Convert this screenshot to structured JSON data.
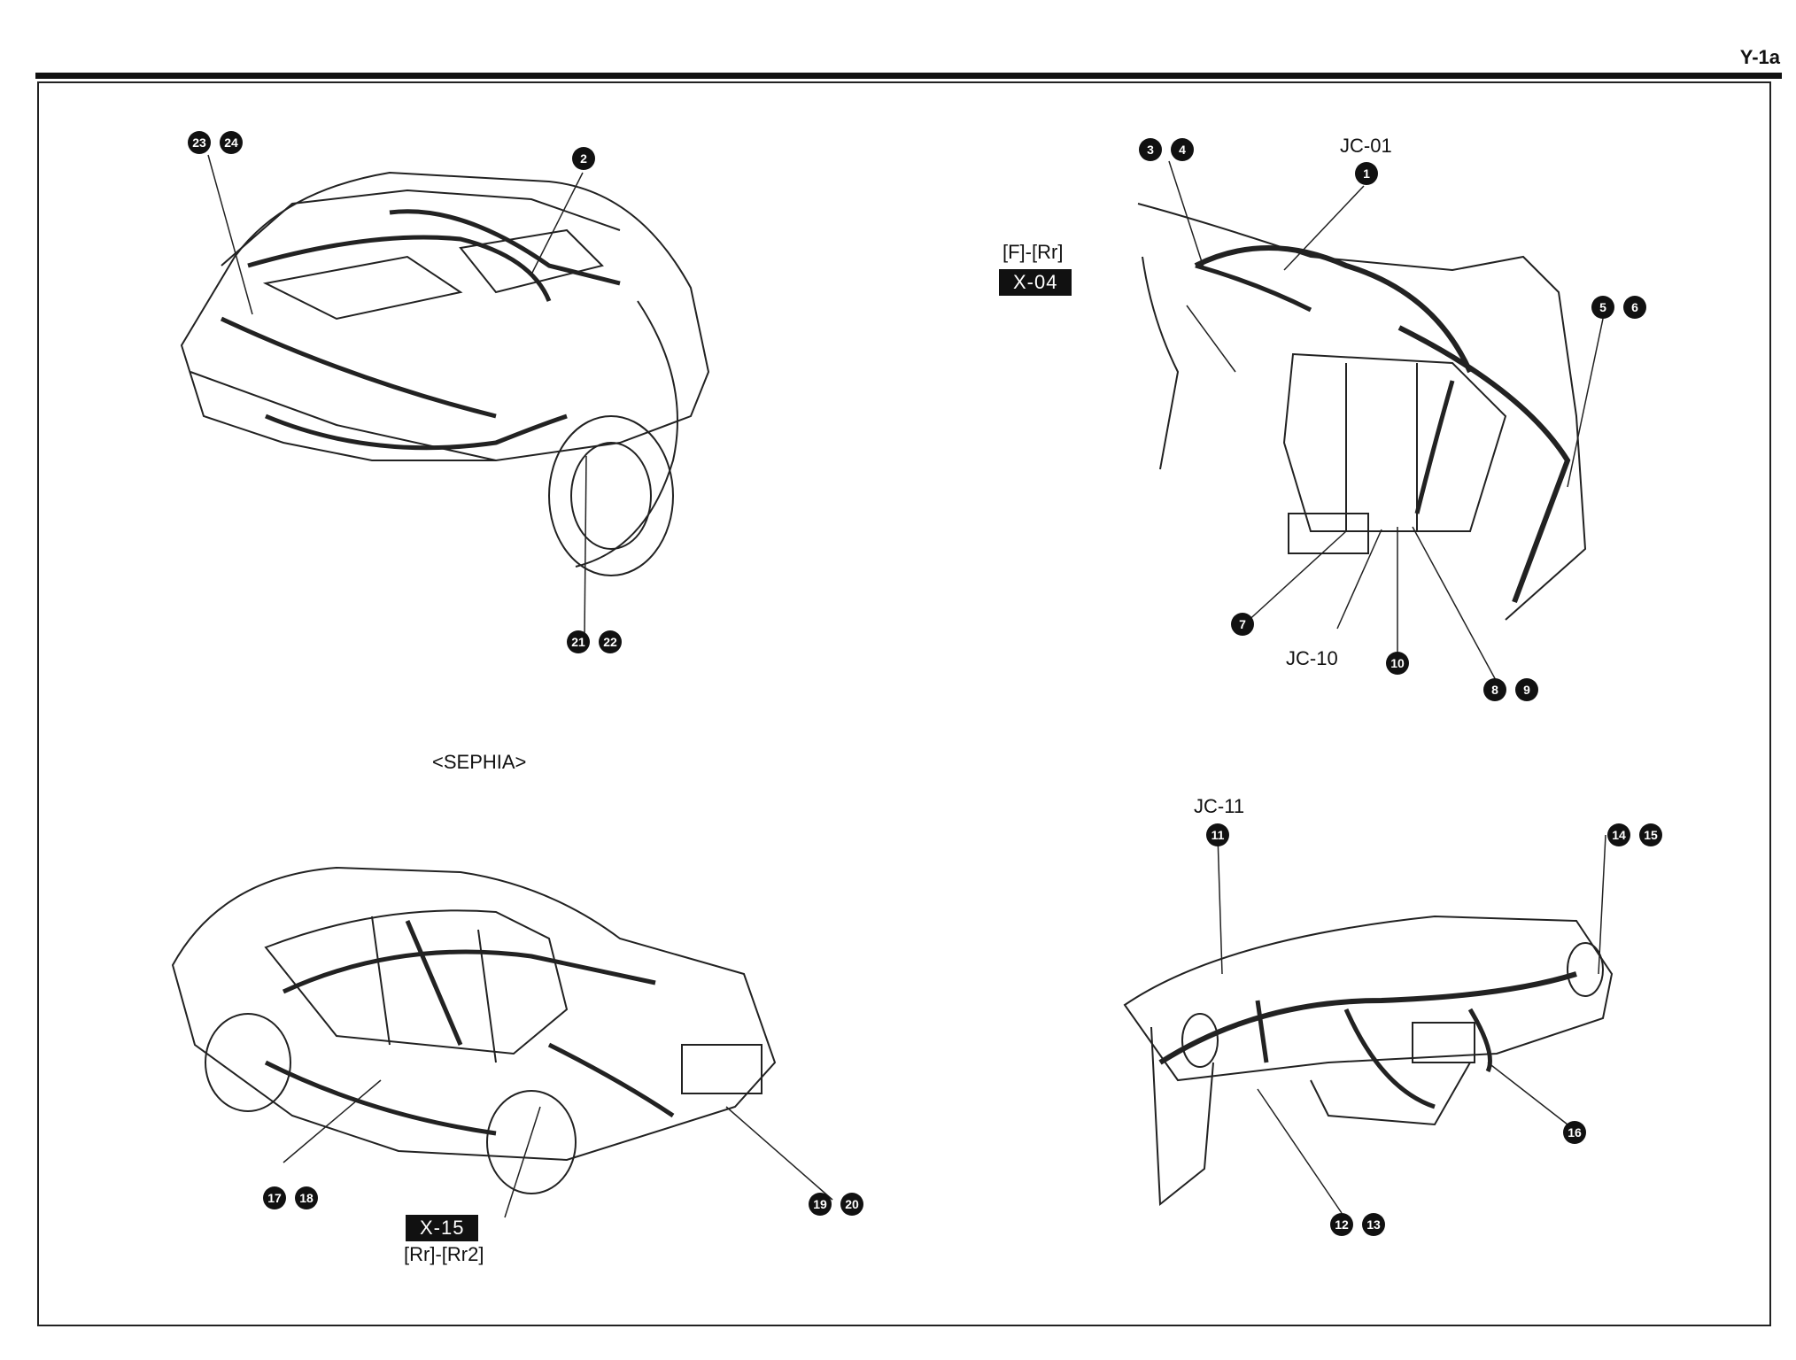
{
  "page_id": "Y-1a",
  "caption": "<SEPHIA>",
  "junctions": {
    "jc01": "JC-01",
    "jc10": "JC-10",
    "jc11": "JC-11"
  },
  "connectors": {
    "x04": {
      "code": "X-04",
      "sub": "[F]-[Rr]"
    },
    "x15": {
      "code": "X-15",
      "sub": "[Rr]-[Rr2]"
    }
  },
  "callouts": {
    "c23_24": [
      "23",
      "24"
    ],
    "c2": [
      "2"
    ],
    "c21_22": [
      "21",
      "22"
    ],
    "c3_4": [
      "3",
      "4"
    ],
    "c1": [
      "1"
    ],
    "c5_6": [
      "5",
      "6"
    ],
    "c7": [
      "7"
    ],
    "c10": [
      "10"
    ],
    "c8_9": [
      "8",
      "9"
    ],
    "c11": [
      "11"
    ],
    "c14_15": [
      "14",
      "15"
    ],
    "c16": [
      "16"
    ],
    "c12_13": [
      "12",
      "13"
    ],
    "c17_18": [
      "17",
      "18"
    ],
    "c19_20": [
      "19",
      "20"
    ]
  }
}
